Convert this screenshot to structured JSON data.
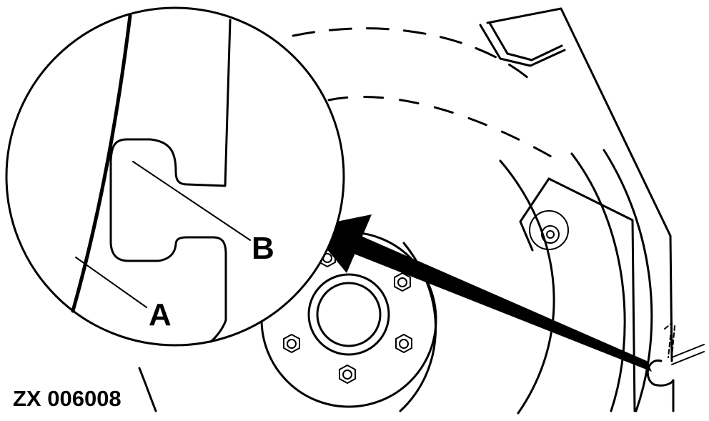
{
  "labels": {
    "a": "A",
    "b": "B"
  },
  "figure_code": "ZX 006008",
  "colors": {
    "line": "#000000",
    "background": "#ffffff"
  }
}
